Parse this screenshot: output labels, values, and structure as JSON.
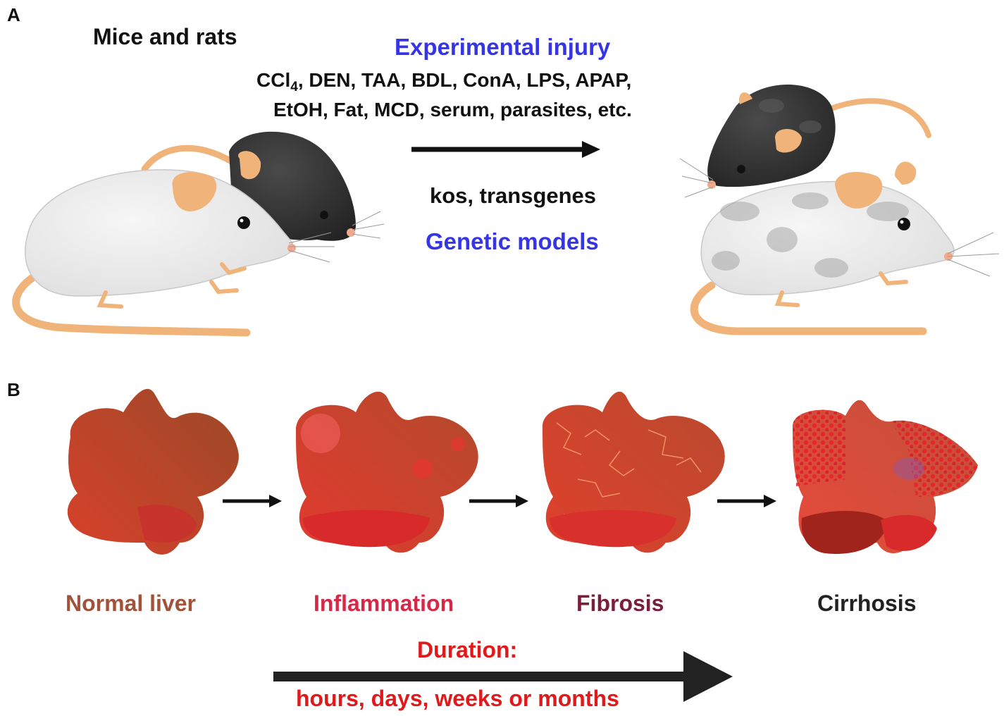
{
  "panels": {
    "a_label": "A",
    "b_label": "B"
  },
  "panel_a": {
    "mice_title": "Mice and rats",
    "experimental_injury": "Experimental injury",
    "agents_line1_pre": "CCl",
    "agents_line1_sub": "4",
    "agents_line1_post": ", DEN, TAA, BDL, ConA, LPS, APAP,",
    "agents_line2": "EtOH, Fat, MCD, serum, parasites, etc.",
    "genetic_line": "kos, transgenes",
    "genetic_models": "Genetic models"
  },
  "panel_b": {
    "stages": [
      "Normal liver",
      "Inflammation",
      "Fibrosis",
      "Cirrhosis"
    ],
    "duration_title": "Duration:",
    "duration_values": "hours, days, weeks or months"
  },
  "colors": {
    "blue_heading": "#3535e6",
    "normal_liver": "#a0523a",
    "inflammation": "#d42a48",
    "fibrosis": "#7a1f3a",
    "cirrhosis": "#222222",
    "duration": "#e01a1a"
  }
}
